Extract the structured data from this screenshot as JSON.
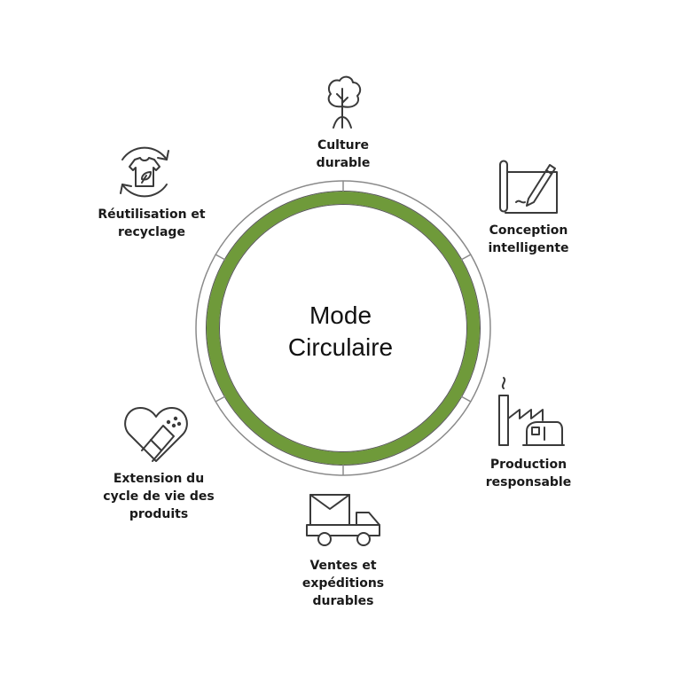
{
  "title_lines": [
    "Mode",
    "Circulaire"
  ],
  "colors": {
    "ring_green": "#6f9a3a",
    "ring_outline": "#8a8a8a",
    "icon_stroke": "#3a3a3a",
    "text": "#1a1a1a"
  },
  "stages": [
    {
      "icon": "tree-icon",
      "lines": [
        "Culture",
        "durable"
      ]
    },
    {
      "icon": "design-sketch-icon",
      "lines": [
        "Conception",
        "intelligente"
      ]
    },
    {
      "icon": "factory-sewing-icon",
      "lines": [
        "Production",
        "responsable"
      ]
    },
    {
      "icon": "delivery-truck-icon",
      "lines": [
        "Ventes et",
        "expéditions",
        "durables"
      ]
    },
    {
      "icon": "mended-heart-icon",
      "lines": [
        "Extension du",
        "cycle de vie des",
        "produits"
      ]
    },
    {
      "icon": "recycle-shirt-icon",
      "lines": [
        "Réutilisation et",
        "recyclage"
      ]
    }
  ]
}
